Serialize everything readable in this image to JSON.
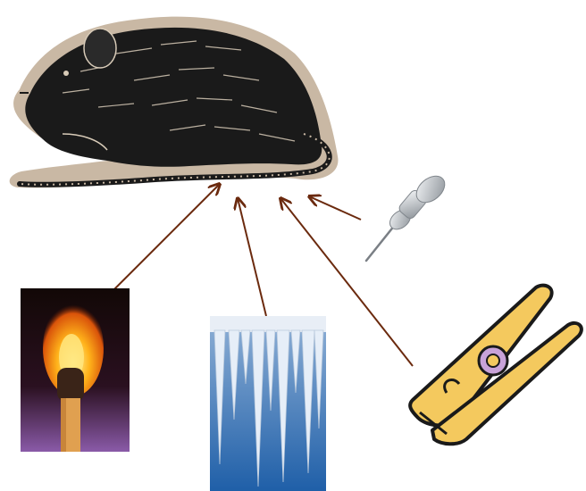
{
  "diagram": {
    "center": {
      "icon": "rat-illustration"
    },
    "stimuli": [
      {
        "id": "match",
        "icon": "lit-match-photo"
      },
      {
        "id": "icicles",
        "icon": "icicles-photo"
      },
      {
        "id": "clothespin",
        "icon": "clothespin-clipart"
      },
      {
        "id": "pushpin",
        "icon": "pushpin-clipart"
      }
    ],
    "arrow_color": "#6b2a0e",
    "colors": {
      "rat_outline": "#c9b8a4",
      "rat_ink": "#1a1a1a",
      "clothespin_fill": "#f4c95e",
      "clothespin_spring": "#c8a2d8"
    }
  }
}
